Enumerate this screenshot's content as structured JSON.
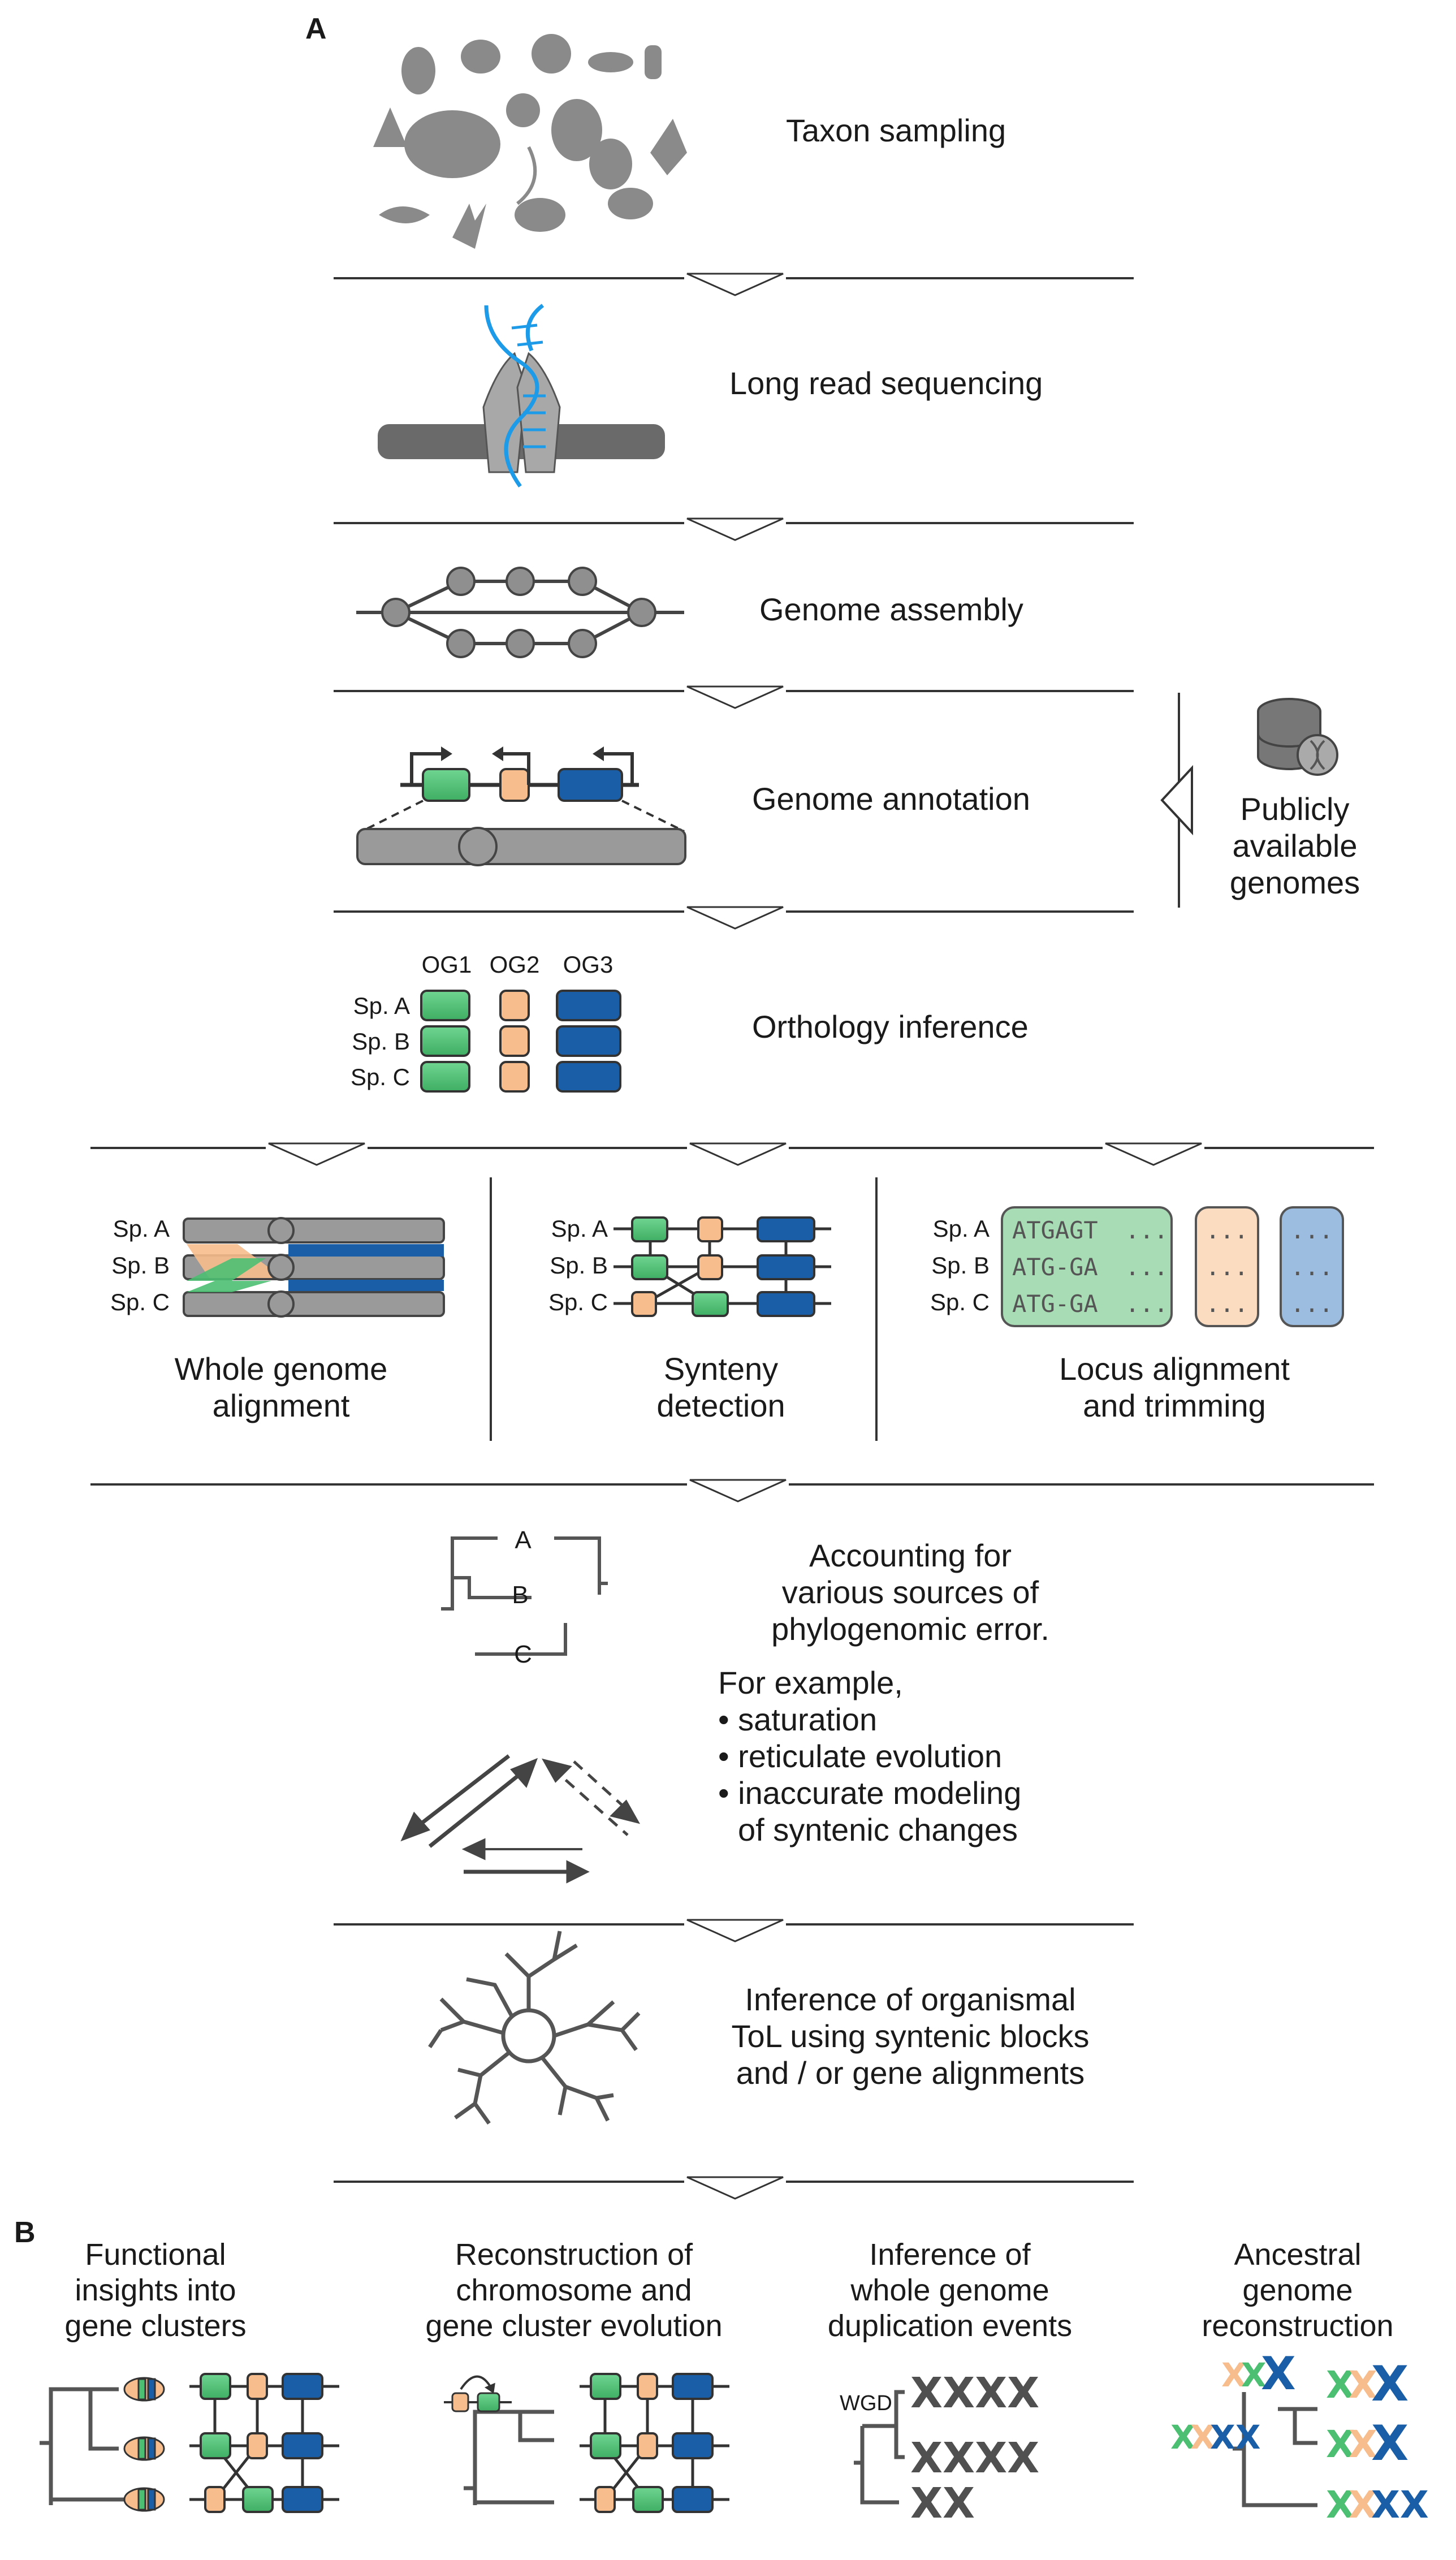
{
  "panel_labels": {
    "a": "A",
    "b": "B"
  },
  "steps": {
    "taxon_sampling": "Taxon sampling",
    "long_read_sequencing": "Long read sequencing",
    "genome_assembly": "Genome assembly",
    "genome_annotation": "Genome annotation",
    "publicly_available": [
      "Publicly",
      "available",
      "genomes"
    ],
    "orthology_inference": "Orthology inference"
  },
  "species": [
    "Sp. A",
    "Sp. B",
    "Sp. C"
  ],
  "orthogroups": [
    "OG1",
    "OG2",
    "OG3"
  ],
  "methods": {
    "whole_genome_alignment": [
      "Whole genome",
      "alignment"
    ],
    "synteny_detection": [
      "Synteny",
      "detection"
    ],
    "locus_alignment": [
      "Locus alignment",
      "and trimming"
    ]
  },
  "sequences": [
    "ATGAGT",
    "ATG-GA",
    "ATG-GA"
  ],
  "seq_ellipsis": "...",
  "tree_taxa": [
    "A",
    "B",
    "C"
  ],
  "error": {
    "title": [
      "Accounting for",
      "various sources of",
      "phylogenomic error."
    ],
    "example_intro": "For example,",
    "examples": [
      "• saturation",
      "• reticulate evolution",
      "• inaccurate modeling",
      "of syntenic changes"
    ]
  },
  "tol": [
    "Inference of organismal",
    "ToL using syntenic blocks",
    "and / or gene alignments"
  ],
  "outcomes": [
    [
      "Functional",
      "insights into",
      "gene clusters"
    ],
    [
      "Reconstruction of",
      "chromosome and",
      "gene cluster evolution"
    ],
    [
      "Inference of",
      "whole genome",
      "duplication events"
    ],
    [
      "Ancestral",
      "genome",
      "reconstruction"
    ]
  ],
  "wgd_label": "WGD",
  "colors": {
    "green": "#4cbf72",
    "orange": "#f7bd8c",
    "blue": "#1a5ea8",
    "blue_light": "#8fb3d9",
    "gray": "#8c8c8c",
    "dark": "#4a4a4a",
    "dna": "#1e9be8"
  }
}
